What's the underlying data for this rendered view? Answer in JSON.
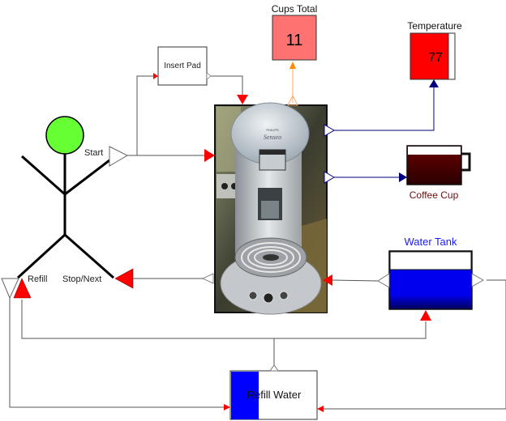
{
  "diagram": {
    "person": {
      "head_color": "#66ff33",
      "ports": {
        "start": "Start",
        "refill": "Refill",
        "stop_next": "Stop/Next"
      }
    },
    "insert_pad": {
      "label": "Insert Pad"
    },
    "coffee_machine": {
      "brand_text": "PHILIPS",
      "model_text": "Senseo"
    },
    "cups_total": {
      "title": "Cups Total",
      "value": "11",
      "color": "#ff7272"
    },
    "temperature": {
      "title": "Temperature",
      "value": "77",
      "color": "#ff0000"
    },
    "coffee_cup": {
      "label": "Coffee Cup",
      "label_color": "#6b0f0f",
      "fill_color": "#4a0000"
    },
    "water_tank": {
      "title": "Water Tank",
      "title_color": "#1a1aff",
      "fill_color": "#0000dd"
    },
    "refill_water": {
      "label": "Refill Water",
      "bar_color": "#0000ff"
    },
    "colors": {
      "input_port": "#ff0000",
      "connector": "#555555",
      "data_link": "#00007f",
      "counter_link": "#ffaa66"
    }
  }
}
